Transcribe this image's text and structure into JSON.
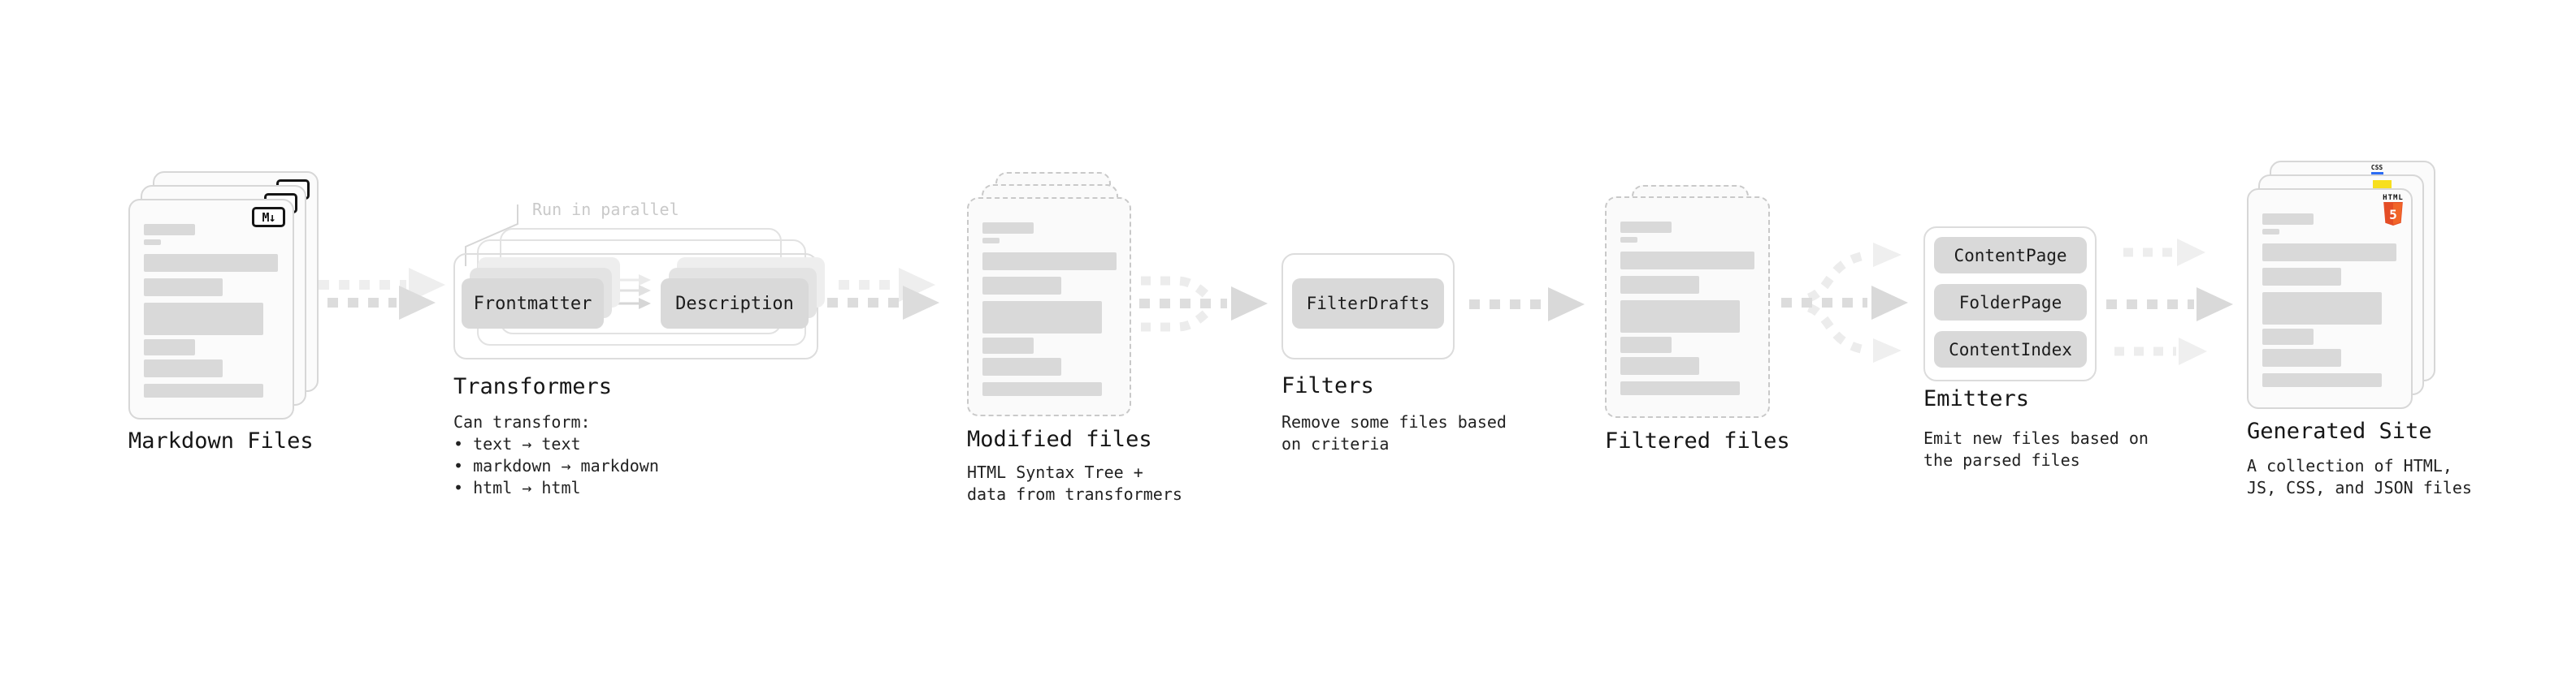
{
  "diagram": {
    "stages": [
      {
        "id": "markdown-files",
        "label": "Markdown Files",
        "badge": "M↓"
      },
      {
        "id": "transformers",
        "label": "Transformers",
        "note": "Run in parallel",
        "buttons": [
          "Frontmatter",
          "Description"
        ],
        "desc": [
          "Can transform:",
          "• text → text",
          "• markdown → markdown",
          "• html → html"
        ]
      },
      {
        "id": "modified-files",
        "label": "Modified files",
        "desc": [
          "HTML Syntax Tree +",
          "data from transformers"
        ]
      },
      {
        "id": "filters",
        "label": "Filters",
        "buttons": [
          "FilterDrafts"
        ],
        "desc": [
          "Remove some files based",
          "on criteria"
        ]
      },
      {
        "id": "filtered-files",
        "label": "Filtered files"
      },
      {
        "id": "emitters",
        "label": "Emitters",
        "buttons": [
          "ContentPage",
          "FolderPage",
          "ContentIndex"
        ],
        "desc": [
          "Emit new files based on",
          "the parsed files"
        ]
      },
      {
        "id": "generated-site",
        "label": "Generated Site",
        "desc": [
          "A collection of HTML,",
          "JS, CSS, and JSON files"
        ],
        "badges": {
          "css": "CSS",
          "html": "HTML",
          "html_number": "5"
        }
      }
    ],
    "colors": {
      "arrow_dark": "#dcdcdc",
      "arrow_light": "#ededed",
      "skeleton": "#d9d9d9",
      "button_gray": "#d9d9d9",
      "note_gray": "#c9c9c9",
      "html5_orange": "#e44d26",
      "html5_orange_light": "#f16529",
      "js_yellow": "#f7df1e",
      "css_blue": "#2b6bf3"
    }
  }
}
